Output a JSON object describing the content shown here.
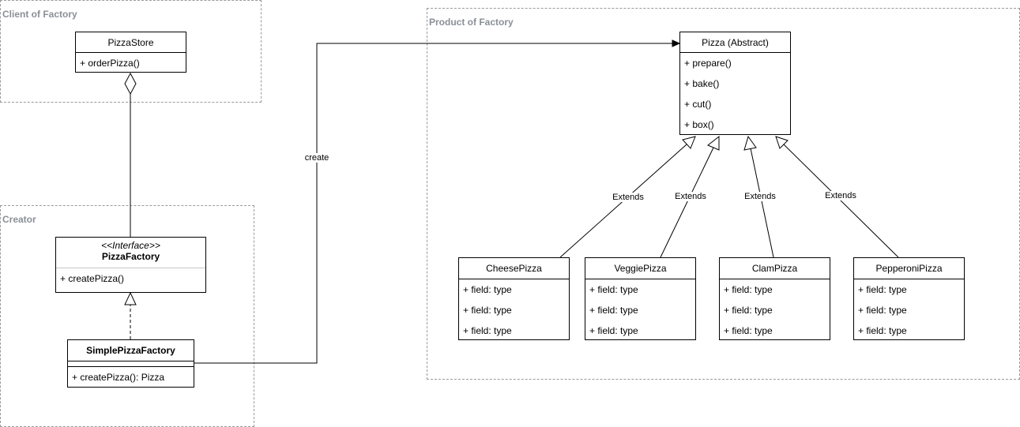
{
  "groups": {
    "client": "Client of Factory",
    "creator": "Creator",
    "product": "Product of Factory"
  },
  "pizza_store": {
    "name": "PizzaStore",
    "methods": [
      "+ orderPizza()"
    ]
  },
  "pizza_factory": {
    "stereotype": "<<Interface>>",
    "name": "PizzaFactory",
    "methods": [
      "+ createPizza()"
    ]
  },
  "simple_factory": {
    "name": "SimplePizzaFactory",
    "methods": [
      "+ createPizza(): Pizza"
    ]
  },
  "pizza": {
    "name": "Pizza (Abstract)",
    "methods": [
      "+ prepare()",
      "+ bake()",
      "+ cut()",
      "+ box()"
    ]
  },
  "subclasses": [
    {
      "name": "CheesePizza",
      "fields": [
        "+ field: type",
        "+ field: type",
        "+ field: type"
      ]
    },
    {
      "name": "VeggiePizza",
      "fields": [
        "+ field: type",
        "+ field: type",
        "+ field: type"
      ]
    },
    {
      "name": "ClamPizza",
      "fields": [
        "+ field: type",
        "+ field: type",
        "+ field: type"
      ]
    },
    {
      "name": "PepperoniPizza",
      "fields": [
        "+ field: type",
        "+ field: type",
        "+ field: type"
      ]
    }
  ],
  "edges": {
    "create": "create",
    "extends": [
      "Extends",
      "Extends",
      "Extends",
      "Extends"
    ]
  }
}
